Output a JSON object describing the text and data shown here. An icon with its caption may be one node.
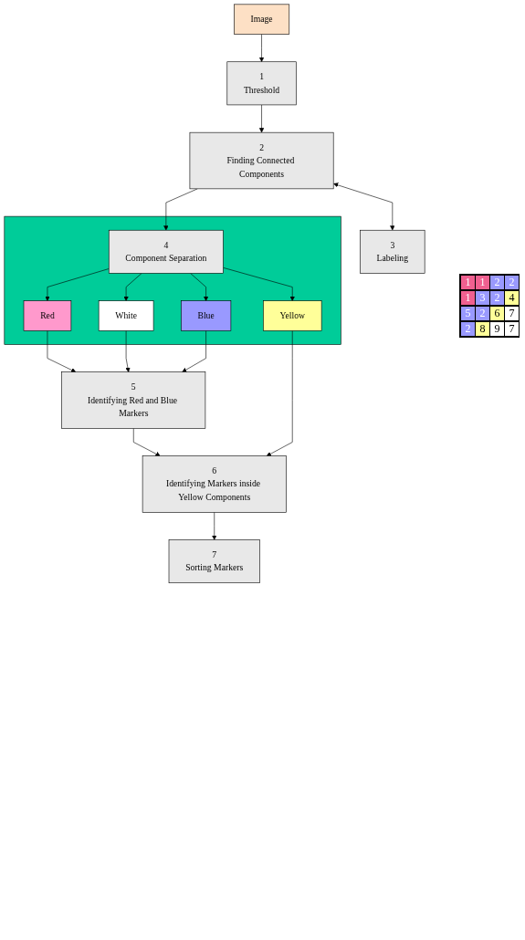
{
  "diagram": {
    "nodes": [
      {
        "text": [
          "Image"
        ]
      },
      {
        "text": [
          "1",
          "Threshold"
        ]
      },
      {
        "text": [
          "2",
          "Finding Connected Components"
        ]
      },
      {
        "text": [
          "3",
          "Labeling"
        ]
      },
      {
        "text": [],
        "shape": "box"
      },
      {
        "text": [
          "4",
          "Component Separation"
        ],
        "in": 4
      },
      {
        "text": [
          "Red"
        ],
        "in": 4
      },
      {
        "text": [
          "White"
        ],
        "in": 4
      },
      {
        "text": [
          "Blue"
        ],
        "in": 4
      },
      {
        "text": [
          "Yellow"
        ],
        "in": 4
      },
      {
        "text": [
          "5",
          "Identifying Red and Blue Markers"
        ]
      },
      {
        "text": [
          "6",
          "Identifying Markers inside Yellow Components"
        ]
      },
      {
        "text": [
          "7",
          "Sorting Markers"
        ]
      }
    ],
    "edges": [
      {
        "from": 0,
        "to": 1,
        "arrow": "to"
      },
      {
        "from": 1,
        "to": 2,
        "arrow": "to"
      },
      {
        "from": 2,
        "to": 3,
        "arrow": "both"
      },
      {
        "from": 2,
        "to": 5,
        "arrow": "to"
      },
      {
        "from": 5,
        "to": 6,
        "arrow": "to"
      },
      {
        "from": 5,
        "to": 7,
        "arrow": "to"
      },
      {
        "from": 5,
        "to": 8,
        "arrow": "to"
      },
      {
        "from": 5,
        "to": 9,
        "arrow": "to"
      },
      {
        "from": 6,
        "to": 10,
        "arrow": "to"
      },
      {
        "from": 7,
        "to": 10,
        "arrow": "to"
      },
      {
        "from": 8,
        "to": 10,
        "arrow": "to"
      },
      {
        "from": 10,
        "to": 11,
        "arrow": "to"
      },
      {
        "from": 9,
        "to": 11,
        "arrow": "to"
      },
      {
        "from": 11,
        "to": 12,
        "arrow": "to"
      }
    ],
    "labels": [
      "1",
      "1",
      "2",
      "2",
      "1",
      "3",
      "2",
      "4",
      "5",
      "2",
      "6",
      "7",
      "2",
      "8",
      "9",
      "7"
    ]
  }
}
